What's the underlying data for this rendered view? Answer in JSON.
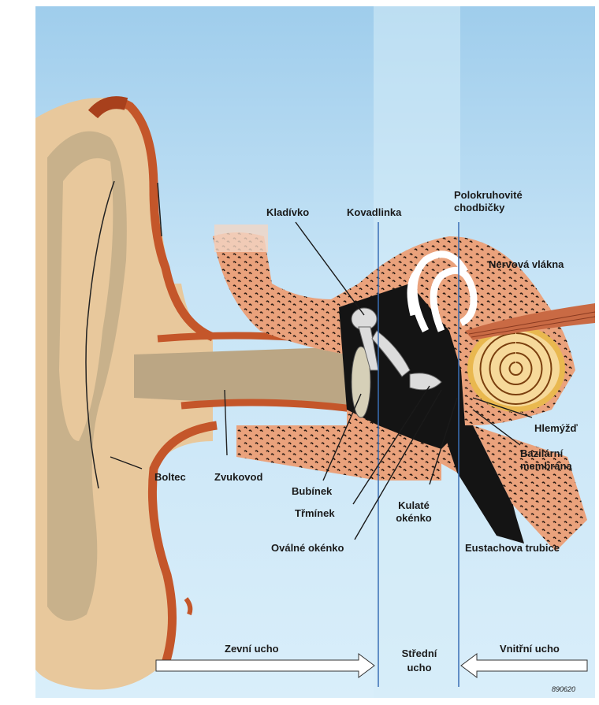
{
  "labels": {
    "kladivko": "Kladívko",
    "kovadlinka": "Kovadlinka",
    "polokruhovite_1": "Polokruhovité",
    "polokruhovite_2": "chodbičky",
    "nervova_vlakna": "Nervová vlákna",
    "hlemyzd": "Hlemýžď",
    "bazilarni_1": "Bazilární",
    "bazilarni_2": "membrána",
    "boltec": "Boltec",
    "zvukovod": "Zvukovod",
    "bubinek": "Bubínek",
    "trminek": "Třmínek",
    "ovalne_okenko": "Oválné okénko",
    "kulate_1": "Kulaté",
    "kulate_2": "okénko",
    "eustachova_trubice": "Eustachova trubice"
  },
  "regions": {
    "zevni_ucho": "Zevní ucho",
    "stredni_1": "Střední",
    "stredni_2": "ucho",
    "vnitrni_ucho": "Vnitřní ucho"
  },
  "figure_code": "890620",
  "colors": {
    "background_blue": "#bfe0f5",
    "skin": "#e8c89c",
    "skin_shadow": "#bba684",
    "cartilage_red": "#c4562a",
    "bone": "#eaa27c",
    "cavity": "#141414",
    "divider_line": "#3a6fb5"
  }
}
